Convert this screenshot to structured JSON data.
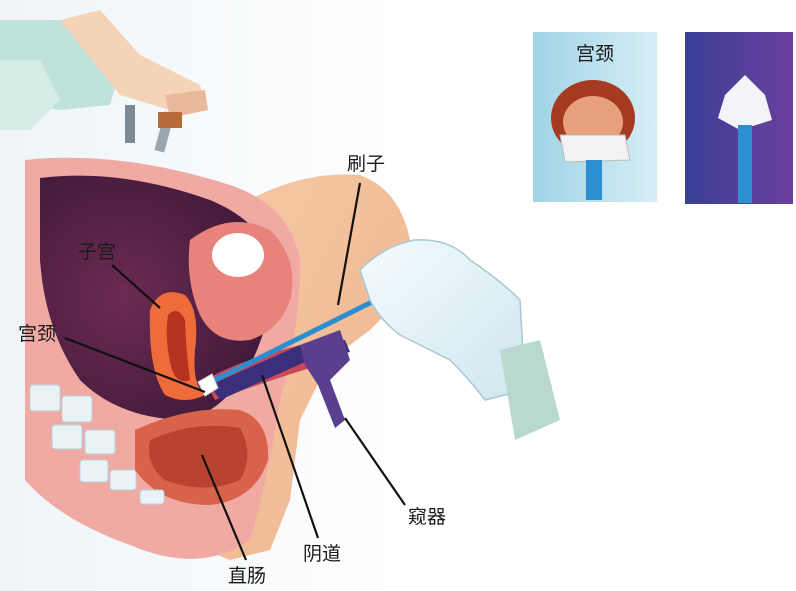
{
  "labels": {
    "uterus": "子宫",
    "cervix": "宫颈",
    "brush": "刷子",
    "speculum": "窥器",
    "vagina": "阴道",
    "rectum": "直肠"
  },
  "inset": {
    "left_title": "宫颈"
  }
}
